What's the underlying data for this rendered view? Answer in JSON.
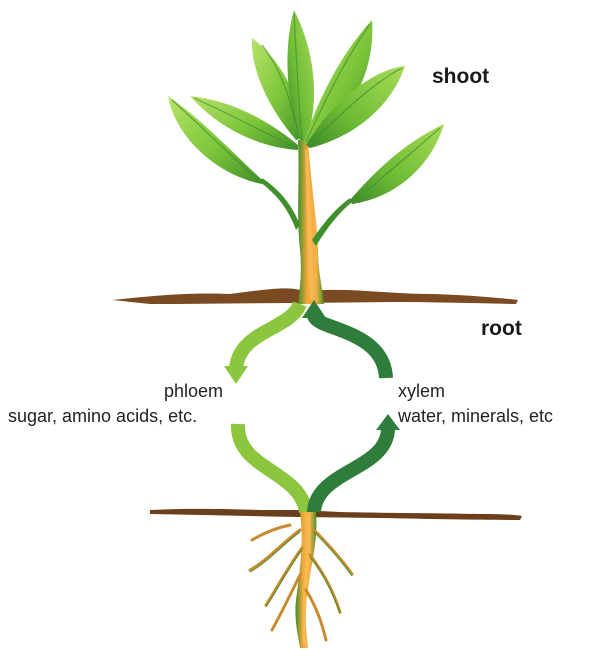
{
  "labels": {
    "shoot": "shoot",
    "root": "root",
    "phloem_name": "phloem",
    "phloem_contents": "sugar, amino acids, etc.",
    "xylem_name": "xylem",
    "xylem_contents": "water, minerals, etc"
  },
  "colors": {
    "leaf_light": "#9cd64a",
    "leaf_mid": "#6dbb35",
    "leaf_dark": "#3f8f2a",
    "stem": "#f2a73b",
    "phloem_arrow": "#8cc63f",
    "xylem_arrow": "#2e7d3a",
    "soil": "#7a4a22"
  }
}
